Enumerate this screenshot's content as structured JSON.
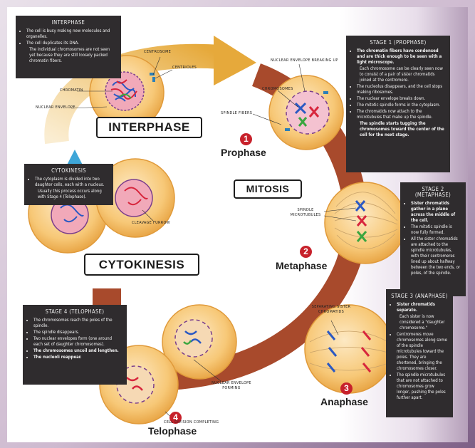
{
  "colors": {
    "cell": "#f7c877",
    "cell_edge": "#e8a742",
    "arrow_brown": "#a84a2c",
    "arrow_gold": "#e6a93b",
    "arrow_blue": "#3ea6d8",
    "box": "#2f2c2e",
    "badge": "#c7212b"
  },
  "titles": {
    "interphase": "INTERPHASE",
    "mitosis": "MITOSIS",
    "cytokinesis": "CYTOKINESIS"
  },
  "stages": [
    {
      "num": "1",
      "name": "Prophase"
    },
    {
      "num": "2",
      "name": "Metaphase"
    },
    {
      "num": "3",
      "name": "Anaphase"
    },
    {
      "num": "4",
      "name": "Telophase"
    }
  ],
  "labels": {
    "centrioles": "CENTRIOLES",
    "centrosome": "CENTROSOME",
    "chromatin": "CHROMATIN",
    "nuclear_envelope": "NUCLEAR ENVELOPE",
    "nuclear_breaking": "NUCLEAR ENVELOPE BREAKING UP",
    "chromosomes": "CHROMOSOMES",
    "spindle_fibers": "SPINDLE FIBERS",
    "spindle_microtubules": "SPINDLE MICROTUBULES",
    "sister_separate": "SEPARATING SISTER CHROMATIDS",
    "cleavage": "CLEAVAGE FURROW",
    "nuclear_forming": "NUCLEAR ENVELOPE FORMING",
    "cell_division": "CELL DIVISION COMPLETING"
  },
  "boxes": {
    "interphase": {
      "title": "INTERPHASE",
      "items": [
        "The cell is busy making new molecules and organelles.",
        "The cell duplicates its DNA.",
        "The individual chromosomes are not seen yet because they are still loosely packed chromatin fibers."
      ]
    },
    "prophase": {
      "title": "STAGE 1 (PROPHASE)",
      "items": [
        "The chromatin fibers have condensed and are thick enough to be seen with a light microscope.",
        "Each chromosome can be clearly seen now to consist of a pair of sister chromatids joined at the centromere.",
        "The nucleolus disappears, and the cell stops making ribosomes.",
        "The nuclear envelope breaks down.",
        "The mitotic spindle forms in the cytoplasm.",
        "The chromatids now attach to the microtubules that make up the spindle.",
        "The spindle starts tugging the chromosomes toward the center of the cell for the next stage."
      ]
    },
    "metaphase": {
      "title": "STAGE 2 (METAPHASE)",
      "items": [
        "Sister chromatids gather in a plane across the middle of the cell.",
        "The mitotic spindle is now fully formed.",
        "All the sister chromatids are attached to the spindle microtubules, with their centromeres lined up about halfway between the two ends, or poles, of the spindle."
      ]
    },
    "anaphase": {
      "title": "STAGE 3 (ANAPHASE)",
      "items": [
        "Sister chromatids separate.",
        "Each sister is now considered a \"daughter chromosome.\"",
        "Centromeres move chromosomes along some of the spindle microtubules toward the poles. They are shortened, bringing the chromosomes closer.",
        "The spindle microtubules that are not attached to chromosomes grow longer, pushing the poles further apart."
      ]
    },
    "telophase": {
      "title": "STAGE 4 (TELOPHASE)",
      "items": [
        "The chromosomes reach the poles of the spindle.",
        "The spindle disappears.",
        "Two nuclear envelopes form (one around each set of daughter chromosomes).",
        "The chromosomes uncoil and lengthen.",
        "The nucleoli reappear."
      ]
    },
    "cytokinesis": {
      "title": "CYTOKINESIS",
      "items": [
        "The cytoplasm is divided into two daughter cells, each with a nucleus.",
        "Usually this process occurs along with Stage 4 (Telophase)."
      ]
    }
  }
}
